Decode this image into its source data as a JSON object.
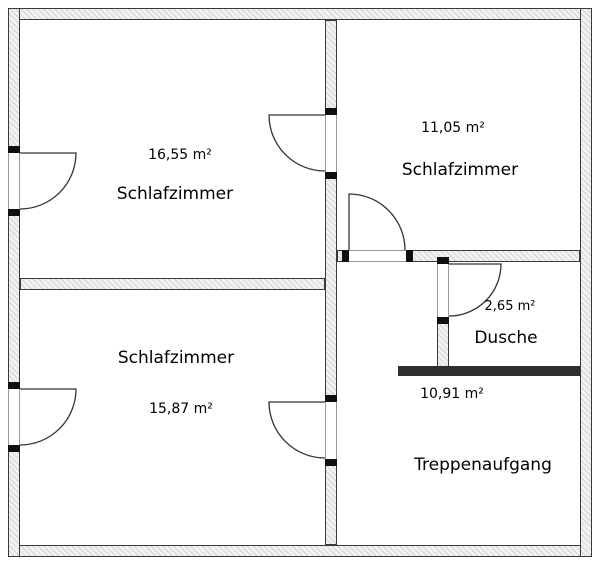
{
  "plan": {
    "rooms": [
      {
        "name": "Schlafzimmer",
        "area": "16,55 m²"
      },
      {
        "name": "Schlafzimmer",
        "area": "11,05 m²"
      },
      {
        "name": "Schlafzimmer",
        "area": "15,87 m²"
      },
      {
        "name": "Dusche",
        "area": "2,65 m²"
      },
      {
        "name": "Treppenaufgang",
        "area": "10,91 m²"
      }
    ],
    "colors": {
      "background": "#ffffff",
      "wall-fill": "#f2f2f2",
      "wall-hatch": "#d2d2d2",
      "wall-edge": "#3a3a3a",
      "wall-solid": "#2f2f2f",
      "line": "#333333"
    }
  }
}
